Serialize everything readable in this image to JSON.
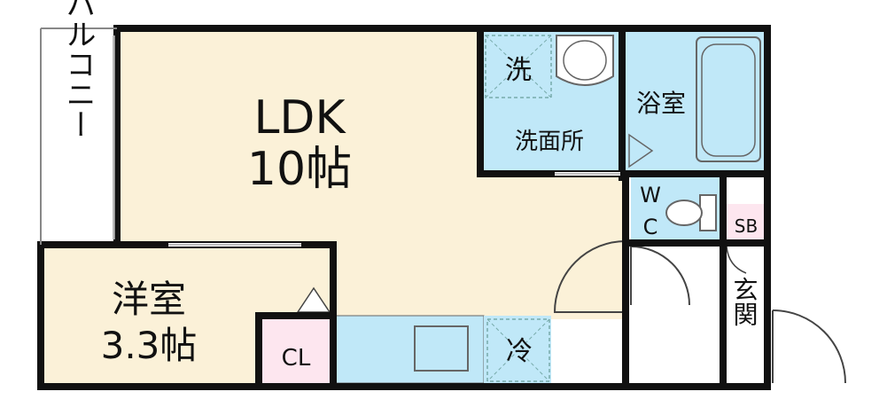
{
  "rooms": {
    "ldk": {
      "name": "LDK",
      "size": "10帖"
    },
    "western": {
      "name": "洋室",
      "size": "3.3帖"
    },
    "balcony": {
      "name": "バルコニー"
    },
    "washroom": {
      "name": "洗面所"
    },
    "washer": {
      "name": "洗"
    },
    "bath": {
      "name": "浴室"
    },
    "wc": {
      "line1": "W",
      "line2": "C"
    },
    "sb": {
      "name": "SB"
    },
    "entrance": {
      "name": "玄関"
    },
    "closet": {
      "name": "CL"
    },
    "fridge": {
      "name": "冷"
    }
  },
  "colors": {
    "floor": "#fbf1d8",
    "wet": "#c0e8f8",
    "storage": "#fde6ef",
    "wall": "#111111",
    "fixture_line": "#666666"
  }
}
